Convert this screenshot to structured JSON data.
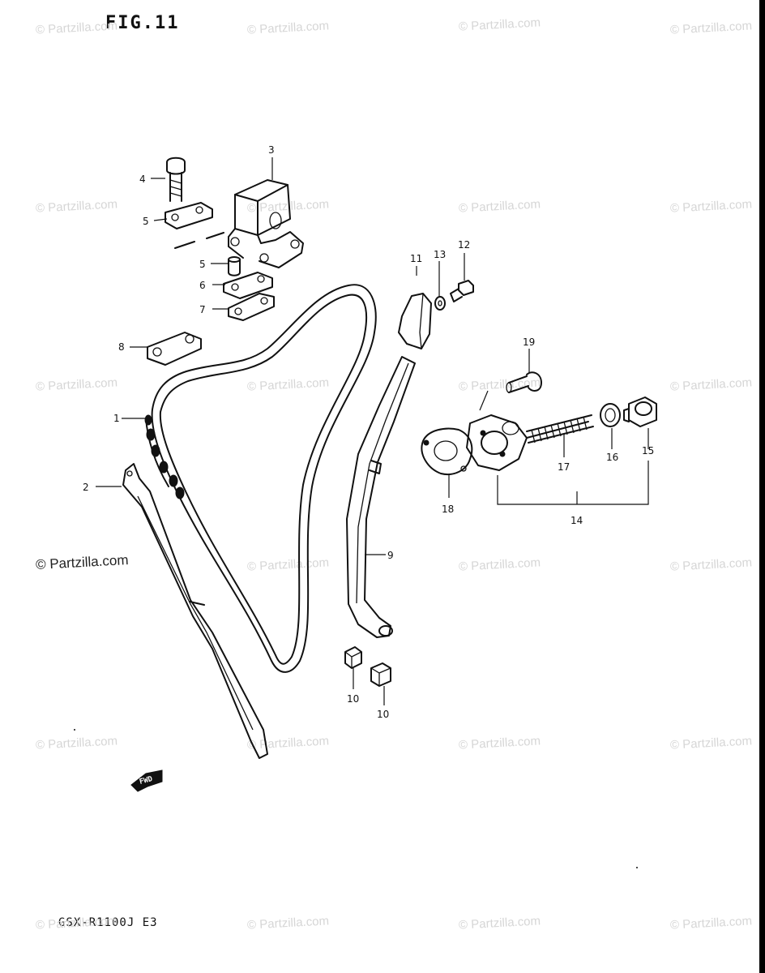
{
  "figure": {
    "title": "FIG.11",
    "model_code": "GSX-R1100J  E3"
  },
  "watermark": {
    "text": "© Partzilla.com"
  },
  "callouts": {
    "chain": "1",
    "guide_rear": "2",
    "guide_top": "3",
    "bolt_top": "4",
    "spacer_upper": "5",
    "dowel": "5",
    "cushion_a": "6",
    "cushion_b": "7",
    "cushion_c": "8",
    "guide_front": "9",
    "pin_a": "10",
    "pin_b": "10",
    "guide_no3": "11",
    "bolt_guide": "12",
    "washer": "13",
    "tensioner_assy": "14",
    "cap_bolt": "15",
    "gasket_o": "16",
    "spring": "17",
    "gasket": "18",
    "bolt_tens": "19"
  },
  "fwd_label": "FWD"
}
